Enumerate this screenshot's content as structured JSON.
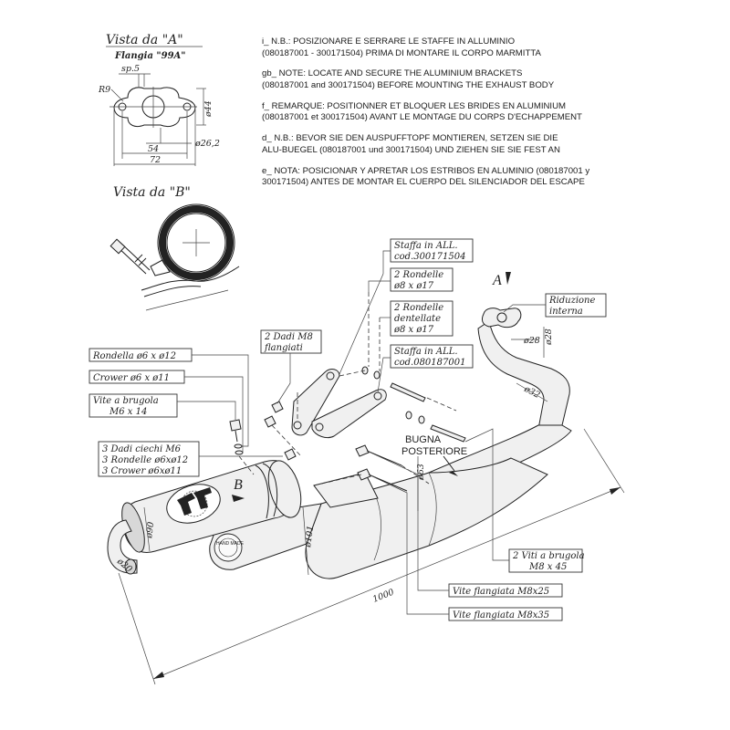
{
  "view_a": {
    "title": "Vista da \"A\"",
    "subtitle": "Flangia \"99A\"",
    "dims": [
      "sp.5",
      "R9",
      "ø44",
      "ø26,2",
      "54",
      "72"
    ]
  },
  "view_b": {
    "title": "Vista da \"B\""
  },
  "notes": [
    {
      "lines": [
        "i_  N.B.: POSIZIONARE E SERRARE LE STAFFE IN ALLUMINIO",
        "(080187001 - 300171504) PRIMA DI MONTARE IL CORPO MARMITTA"
      ]
    },
    {
      "lines": [
        "gb_  NOTE: LOCATE AND SECURE THE ALUMINIUM BRACKETS",
        "(080187001 and 300171504) BEFORE MOUNTING THE EXHAUST BODY"
      ]
    },
    {
      "lines": [
        "f_  REMARQUE: POSITIONNER ET BLOQUER LES BRIDES EN ALUMINIUM",
        "(080187001 et 300171504) AVANT LE MONTAGE DU CORPS D'ECHAPPEMENT"
      ]
    },
    {
      "lines": [
        "d_  N.B.:  BEVOR SIE DEN AUSPUFFTOPF MONTIEREN, SETZEN SIE DIE",
        "ALU-BUEGEL (080187001 und 300171504) UND ZIEHEN SIE SIE FEST AN"
      ]
    },
    {
      "lines": [
        "e_  NOTA: POSICIONAR Y APRETAR LOS ESTRIBOS EN ALUMINIO (080187001 y",
        "300171504) ANTES DE MONTAR EL CUERPO DEL SILENCIADOR DEL ESCAPE"
      ]
    }
  ],
  "callouts": {
    "staffa1": [
      "Staffa in ALL.",
      "cod.300171504"
    ],
    "rondelle1": [
      "2 Rondelle",
      "ø8 x ø17"
    ],
    "rondelle2": [
      "2 Rondelle",
      "dentellate",
      "ø8 x ø17"
    ],
    "staffa2": [
      "Staffa in ALL.",
      "cod.080187001"
    ],
    "dadi_m8": [
      "2 Dadi M8",
      "flangiati"
    ],
    "riduzione": [
      "Riduzione",
      "interna"
    ],
    "rondella6": [
      "Rondella ø6 x ø12"
    ],
    "crower6": [
      "Crower ø6 x ø11"
    ],
    "vite_brugola": [
      "Vite a brugola",
      "M6 x 14"
    ],
    "dadi_ciechi": [
      "3 Dadi ciechi M6",
      "3 Rondelle ø6xø12",
      "3 Crower ø6xø11"
    ],
    "viti_brugola": [
      "2 Viti a brugola",
      "M8 x 45"
    ],
    "vite_m8x25": [
      "Vite flangiata M8x25"
    ],
    "vite_m8x35": [
      "Vite flangiata M8x35"
    ]
  },
  "marks": {
    "bugna": [
      "BUGNA",
      "POSTERIORE"
    ],
    "a": "A",
    "b": "B",
    "d28a": "ø28",
    "d28b": "ø28",
    "d32": "ø32",
    "d63": "ø63",
    "d101": "ø101",
    "d90": "ø90",
    "d20": "ø20",
    "len": "1000"
  },
  "decals": {
    "hand_made": "HAND MADE"
  }
}
